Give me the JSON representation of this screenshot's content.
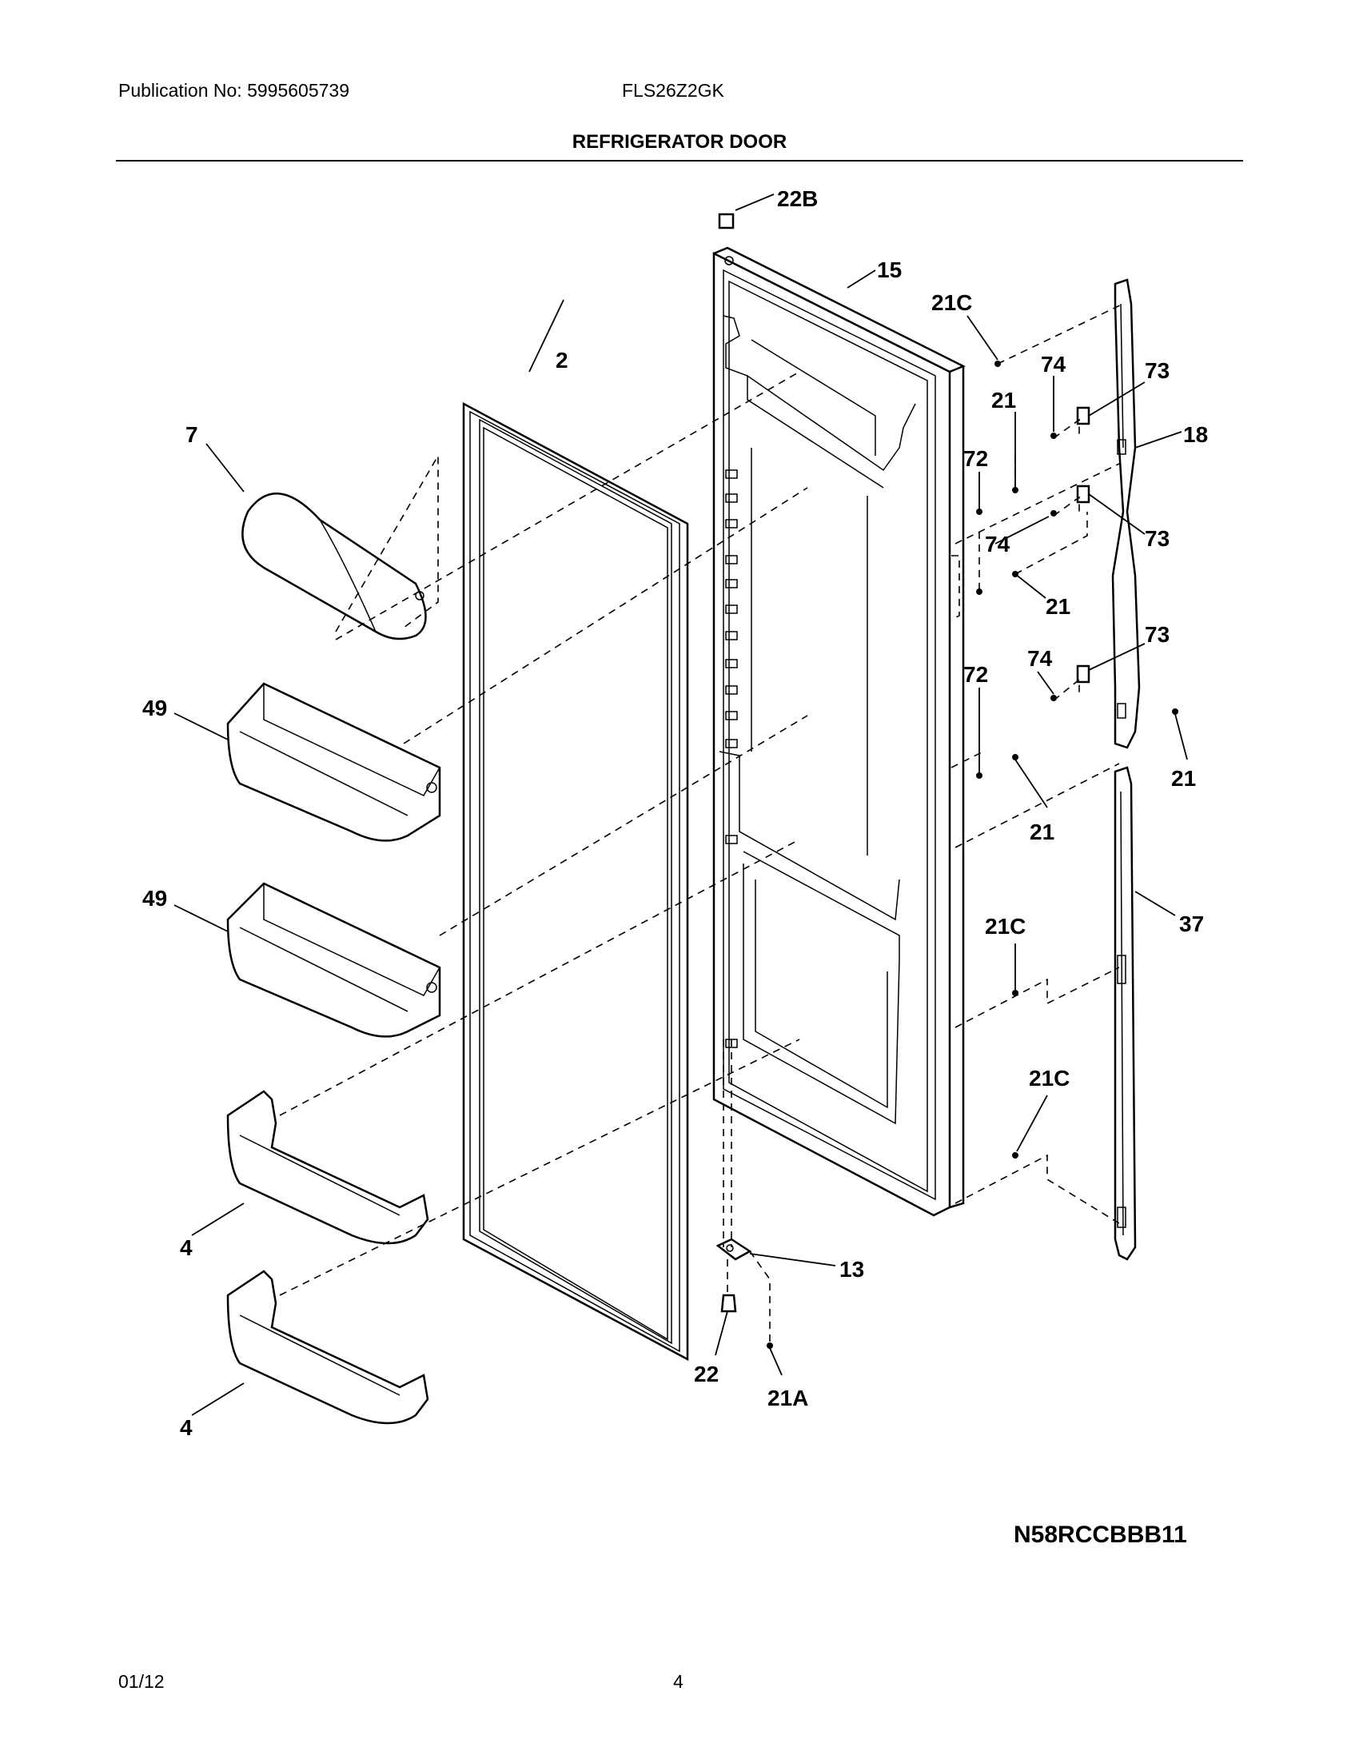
{
  "header": {
    "publication": "Publication No: 5995605739",
    "model": "FLS26Z2GK",
    "title": "REFRIGERATOR DOOR"
  },
  "callouts": {
    "c22b": "22B",
    "c15": "15",
    "c21c_top": "21C",
    "c2": "2",
    "c7": "7",
    "c74_a": "74",
    "c73_a": "73",
    "c21_a": "21",
    "c18": "18",
    "c72_a": "72",
    "c74_b": "74",
    "c73_b": "73",
    "c21_b": "21",
    "c73_c": "73",
    "c72_b": "72",
    "c74_c": "74",
    "c49_a": "49",
    "c21_c": "21",
    "c21_d": "21",
    "c37": "37",
    "c49_b": "49",
    "c21c_mid": "21C",
    "c21c_low": "21C",
    "c4_a": "4",
    "c13": "13",
    "c22": "22",
    "c21a": "21A",
    "c4_b": "4"
  },
  "footer": {
    "diagram_code": "N58RCCBBB11",
    "date": "01/12",
    "page": "4"
  }
}
